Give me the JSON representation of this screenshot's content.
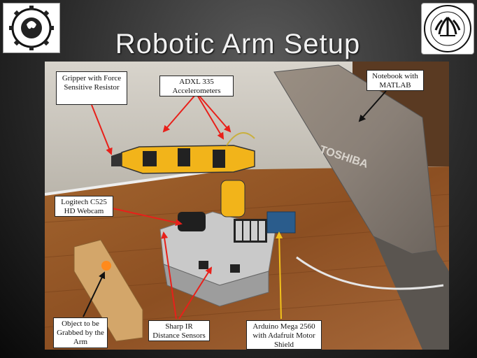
{
  "slide": {
    "title": "Robotic Arm Setup",
    "logo_left_icon": "cal-poly-pomona-robotics-club-logo",
    "logo_right_icon": "california-state-polytechnic-university-pomona-seal"
  },
  "photo": {
    "laptop_brand": "TOSHIBA",
    "labels": {
      "gripper": "Gripper with Force Sensitive Resistor",
      "accelerometers": "ADXL 335 Accelerometers",
      "notebook": "Notebook with MATLAB",
      "webcam": "Logitech C525 HD Webcam",
      "object": "Object to be Grabbed by the Arm",
      "ir_sensors": "Sharp IR Distance Sensors",
      "arduino": "Arduino Mega 2560 with Adafruit Motor Shield"
    }
  },
  "colors": {
    "red_arrow": "#e8201a",
    "black_arrow": "#111111",
    "yellow_arrow": "#f2c21a",
    "arm_yellow": "#f2b41a"
  }
}
